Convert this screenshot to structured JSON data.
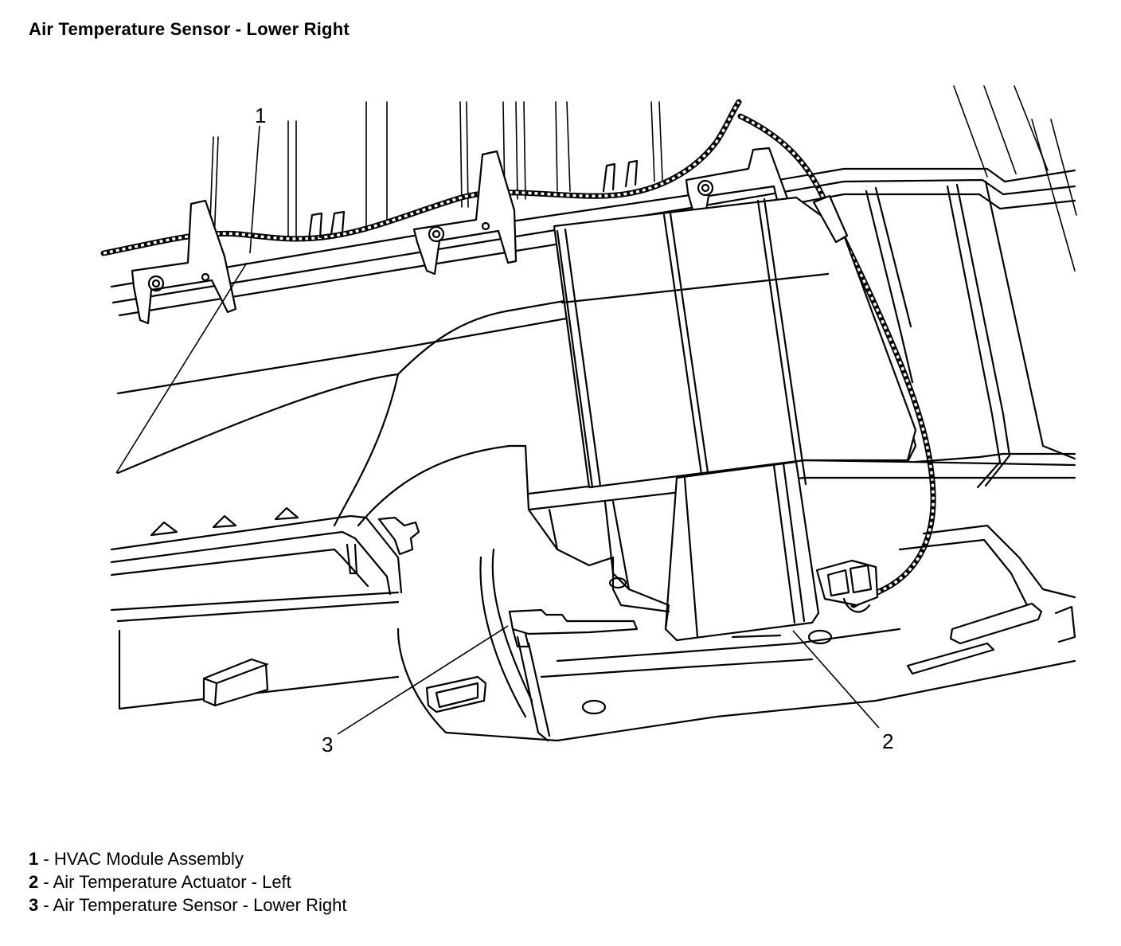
{
  "title": "Air Temperature Sensor - Lower Right",
  "callouts": [
    {
      "number": "1"
    },
    {
      "number": "2"
    },
    {
      "number": "3"
    }
  ],
  "legend": [
    {
      "number": "1",
      "separator": " - ",
      "label": "HVAC Module Assembly"
    },
    {
      "number": "2",
      "separator": " - ",
      "label": "Air Temperature Actuator - Left"
    },
    {
      "number": "3",
      "separator": " - ",
      "label": "Air Temperature Sensor - Lower Right"
    }
  ]
}
